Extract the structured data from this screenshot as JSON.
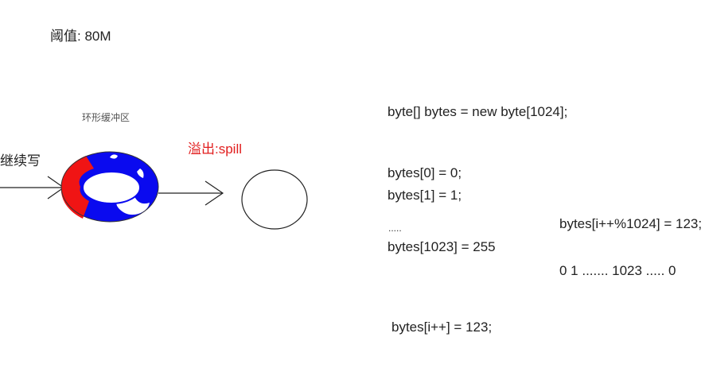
{
  "threshold_label": "阈值: 80M",
  "diagram": {
    "buffer_caption": "环形缓冲区",
    "continue_write_label": "继续写",
    "spill_label": "溢出:spill",
    "colors": {
      "written_segment": "#f01414",
      "ring_fill": "#0a0aef",
      "spill_text": "#e11d1d",
      "stroke": "#222222"
    }
  },
  "code": {
    "declaration": "byte[] bytes = new byte[1024];",
    "lines": [
      "bytes[0] = 0;",
      "bytes[1] = 1;",
      ".....",
      "bytes[1023] = 255"
    ],
    "modulo_assignment": "bytes[i++%1024] = 123;",
    "index_sequence": "0 1 ....... 1023 ..... 0",
    "increment_assignment": "bytes[i++] = 123;"
  }
}
